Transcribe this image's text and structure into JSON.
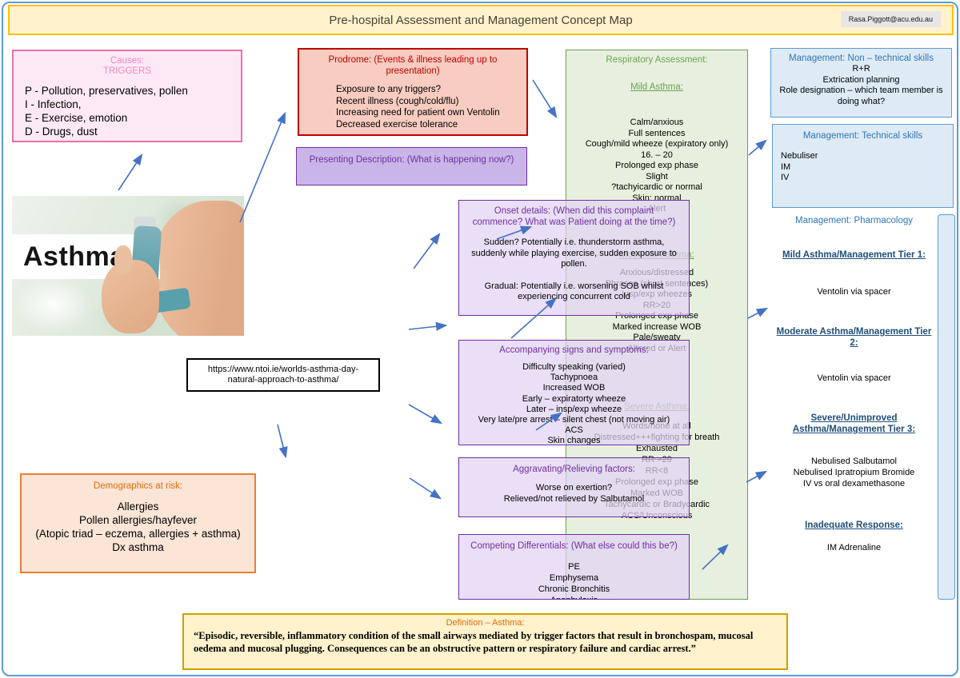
{
  "title_bar": {
    "title": "Pre-hospital Assessment and Management Concept Map",
    "author_badge": "Rasa.Piggott@acu.edu.au"
  },
  "causes_box": {
    "heading_top": "Causes:",
    "heading_sub": "TRIGGERS",
    "lines": [
      "P - Pollution, preservatives, pollen",
      "I - Infection,",
      "E - Exercise, emotion",
      "D - Drugs, dust"
    ]
  },
  "prodrome_box": {
    "heading": "Prodrome: (Events & illness leading up to presentation)",
    "lines": [
      "Exposure to any triggers?",
      "Recent illness (cough/cold/flu)",
      "Increasing need for patient own Ventolin",
      "Decreased exercise tolerance"
    ]
  },
  "presenting_box": {
    "heading": "Presenting Description: (What is happening now?)"
  },
  "respiratory_box": {
    "heading": "Respiratory Assessment:",
    "mild_heading": "Mild Asthma:",
    "mild_lines": [
      "Calm/anxious",
      "Full sentences",
      "Cough/mild wheeze (expiratory only)",
      "16. – 20",
      "Prolonged exp phase",
      "Slight",
      "?tachyicardic or normal",
      "Skin: normal",
      "Alert"
    ],
    "moderate_heading": "Moderate Asthma:",
    "moderate_lines": [
      "Anxious/distressed",
      "Phrases (short sentences)",
      "Insp/exp wheezes",
      "RR>20",
      "Prolonged exp phase",
      "Marked increase WOB",
      "Pale/sweaty",
      "Altered or Alert"
    ],
    "severe_heading": "Severe Asthma:",
    "severe_lines": [
      "Words/none at all",
      "Distressed+++fighting for breath",
      "Exhausted",
      {
        "text": "RR >20",
        "strike": true
      },
      "RR<8",
      "Prolonged exp phase",
      "Marked WOB",
      "Tachycardic or Bradycardic",
      "ACS/Unconscious"
    ]
  },
  "onset_box": {
    "heading": "Onset details: (When did this complaint commence? What was Patient doing at the time?)",
    "para1": "Sudden? Potentially i.e. thunderstorm asthma, suddenly while playing exercise, sudden exposure to pollen.",
    "para2": "Gradual: Potentially i.e. worsening SOB whilst experiencing concurrent cold"
  },
  "accompanying_box": {
    "heading": "Accompanying signs and symptoms:",
    "lines": [
      "Difficulty speaking (varied)",
      "Tachypnoea",
      "Increased WOB",
      "Early – expiratorty wheeze",
      "Later – insp/exp wheeze",
      "Very late/pre arrest – silent chest (not moving air)",
      "ACS",
      "Skin changes"
    ]
  },
  "aggravating_box": {
    "heading": "Aggravating/Relieving factors:",
    "lines": [
      "Worse on exertion?",
      "Relieved/not relieved by Salbutamol"
    ]
  },
  "competing_box": {
    "heading": "Competing Differentials: (What else could this be?)",
    "lines": [
      "PE",
      "Emphysema",
      "Chronic Bronchitis",
      "Anaphylaxis"
    ]
  },
  "non_technical_box": {
    "heading": "Management: Non – technical skills",
    "lines": [
      "R+R",
      "Extrication planning",
      "Role designation – which team member is doing what?"
    ]
  },
  "technical_box": {
    "heading": "Management: Technical skills",
    "lines": [
      "Nebuliser",
      "IM",
      "IV"
    ]
  },
  "pharmacology": {
    "heading": "Management: Pharmacology",
    "tiers": [
      {
        "heading": "Mild Asthma/Management Tier 1:",
        "lines": [
          "Ventolin via spacer"
        ]
      },
      {
        "heading": "Moderate Asthma/Management Tier 2:",
        "lines": [
          "Ventolin via spacer"
        ]
      },
      {
        "heading": "Severe/Unimproved Asthma/Management Tier 3:",
        "lines": [
          "Nebulised Salbutamol",
          "Nebulised Ipratropium Bromide",
          "IV vs oral dexamethasone"
        ]
      },
      {
        "heading": "Inadequate Response:",
        "lines": [
          "IM Adrenaline"
        ]
      }
    ]
  },
  "demographics_box": {
    "heading": "Demographics at risk:",
    "lines": [
      "Allergies",
      "Pollen allergies/hayfever",
      "(Atopic triad – eczema, allergies + asthma)",
      "Dx asthma"
    ]
  },
  "link_box": {
    "url": "https://www.ntoi.ie/worlds-asthma-day-natural-approach-to-asthma/"
  },
  "definition_box": {
    "heading": "Definition – Asthma:",
    "body": "“Episodic, reversible, inflammatory condition of the small airways mediated by trigger factors that result in bronchospam, mucosal oedema and mucosal plugging. Consequences can be an obstructive pattern or respiratory failure and cardiac arrest.”"
  },
  "photo": {
    "label": "Asthma"
  },
  "colors": {
    "arrow_blue": "#4472C4",
    "green": "#6FA055",
    "purple": "#7030A0",
    "red": "#C00000",
    "orange": "#ED7D31",
    "pink": "#EC6FAE",
    "blue_header": "#2E75B6",
    "tier_blue": "#1F4E79",
    "gold": "#FFC000"
  }
}
